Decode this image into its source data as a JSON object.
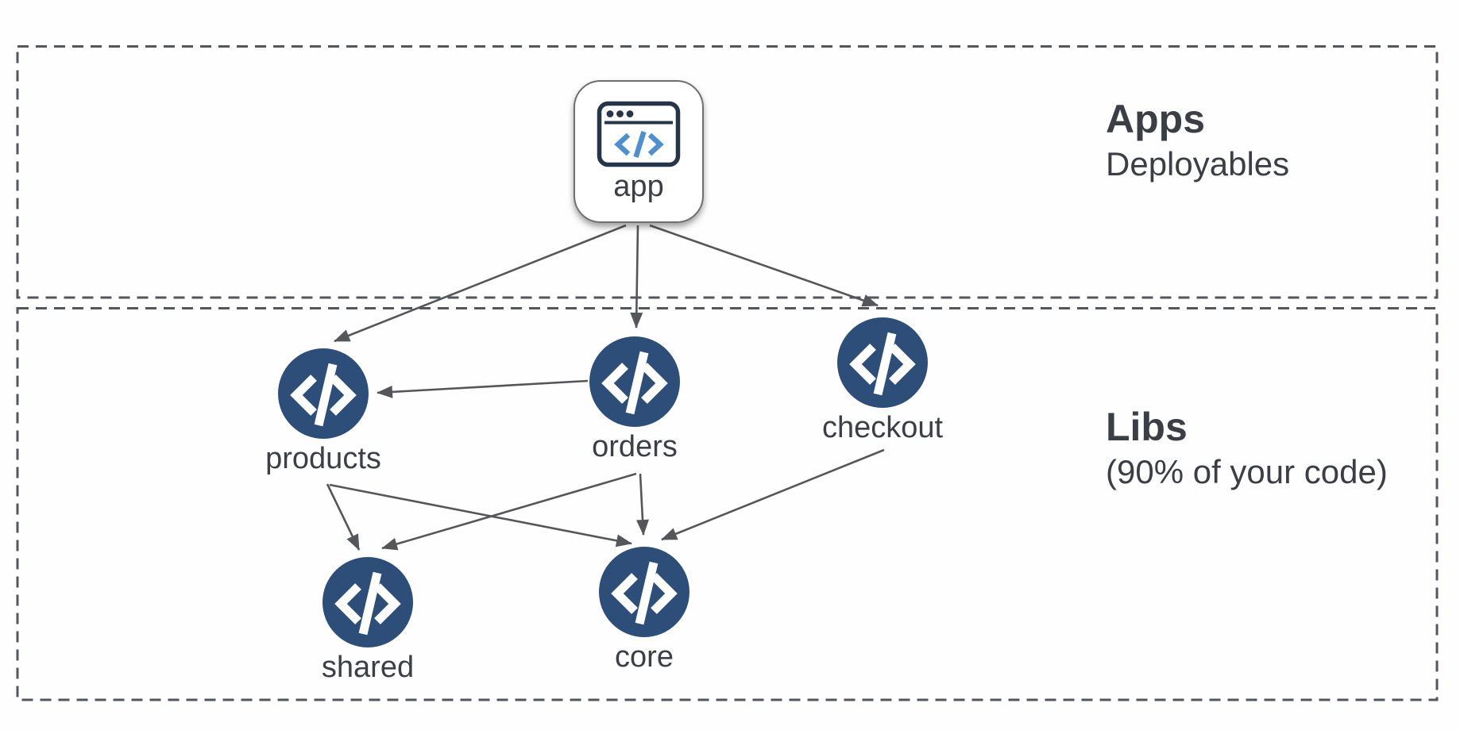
{
  "regions": [
    {
      "id": "apps",
      "title": "Apps",
      "subtitle": "Deployables"
    },
    {
      "id": "libs",
      "title": "Libs",
      "subtitle": "(90% of your code)"
    }
  ],
  "nodes": [
    {
      "id": "app",
      "label": "app",
      "type": "application",
      "region": "apps"
    },
    {
      "id": "products",
      "label": "products",
      "type": "library",
      "region": "libs"
    },
    {
      "id": "orders",
      "label": "orders",
      "type": "library",
      "region": "libs"
    },
    {
      "id": "checkout",
      "label": "checkout",
      "type": "library",
      "region": "libs"
    },
    {
      "id": "shared",
      "label": "shared",
      "type": "library",
      "region": "libs"
    },
    {
      "id": "core",
      "label": "core",
      "type": "library",
      "region": "libs"
    }
  ],
  "edges": [
    {
      "from": "app",
      "to": "products"
    },
    {
      "from": "app",
      "to": "orders"
    },
    {
      "from": "app",
      "to": "checkout"
    },
    {
      "from": "orders",
      "to": "products"
    },
    {
      "from": "products",
      "to": "shared"
    },
    {
      "from": "products",
      "to": "core"
    },
    {
      "from": "orders",
      "to": "shared"
    },
    {
      "from": "orders",
      "to": "core"
    },
    {
      "from": "checkout",
      "to": "core"
    }
  ],
  "colors": {
    "lib_circle_fill": "#2d4e79",
    "code_glyph": "#ffffff",
    "edge_line": "#55565a",
    "region_border": "#53565c",
    "label_text": "#3c4046",
    "app_icon_outline": "#25354a",
    "app_icon_code": "#4e8fd0",
    "app_node_fill": "#ffffff"
  }
}
